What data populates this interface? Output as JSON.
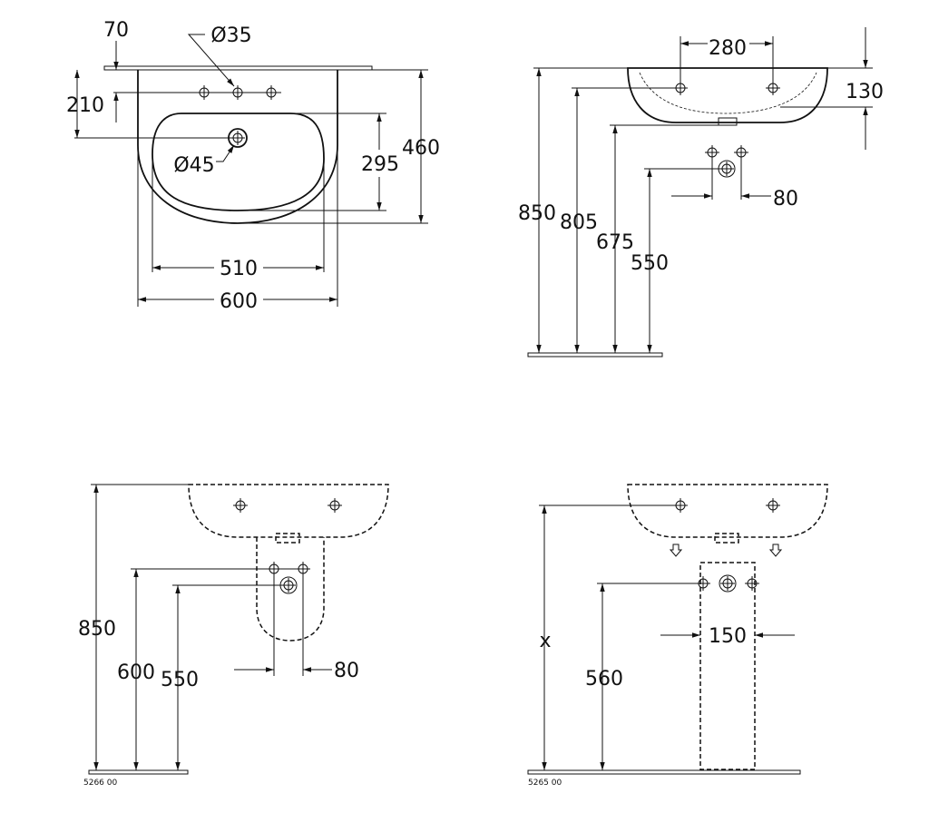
{
  "top_view": {
    "d70": "70",
    "d35": "Ø35",
    "d210": "210",
    "d45": "Ø45",
    "d295": "295",
    "d460": "460",
    "d510": "510",
    "d600": "600"
  },
  "side_view": {
    "d280": "280",
    "d130": "130",
    "d80": "80",
    "d850": "850",
    "d805": "805",
    "d675": "675",
    "d550": "550"
  },
  "half_pedestal_view": {
    "d850": "850",
    "d600": "600",
    "d550": "550",
    "d80": "80",
    "code": "5266 00"
  },
  "full_pedestal_view": {
    "dx": "x",
    "d560": "560",
    "d150": "150",
    "code": "5265 00"
  }
}
